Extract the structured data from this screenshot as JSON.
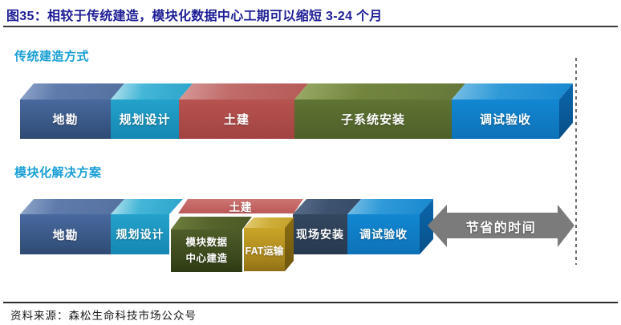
{
  "title": "图35：相较于传统建造，模块化数据中心工期可以缩短 3-24 个月",
  "source": "资料来源：森松生命科技市场公众号",
  "sections": {
    "traditional": {
      "label": "传统建造方式",
      "segments": [
        {
          "label": "地勘",
          "color": "#3b5c95"
        },
        {
          "label": "规划设计",
          "color": "#1b93c0"
        },
        {
          "label": "土建",
          "color": "#b04b48"
        },
        {
          "label": "子系统安装",
          "color": "#5a6d31"
        },
        {
          "label": "调试验收",
          "color": "#0f7fc8"
        }
      ]
    },
    "modular": {
      "label": "模块化解决方案",
      "segments": [
        {
          "label": "地勘",
          "color": "#3b5c95"
        },
        {
          "label": "规划设计",
          "color": "#1b93c0"
        },
        {
          "label": "土建",
          "color": "#c4615f"
        },
        {
          "label": "模块数据中心建造",
          "color": "#46551f"
        },
        {
          "label": "FAT运输",
          "color": "#c2a02a"
        },
        {
          "label": "现场安装",
          "color": "#2e425b"
        },
        {
          "label": "调试验收",
          "color": "#0f7fc8"
        }
      ],
      "saved_time_label": "节省的时间"
    }
  },
  "colors": {
    "title_text": "#1e1e96",
    "section_label": "#189fd5",
    "saved_time_arrow": "#7b7b7b",
    "dashed_guide": "#6e6e6e",
    "rule": "#3c3c3c",
    "label_text": "#ffffff"
  }
}
